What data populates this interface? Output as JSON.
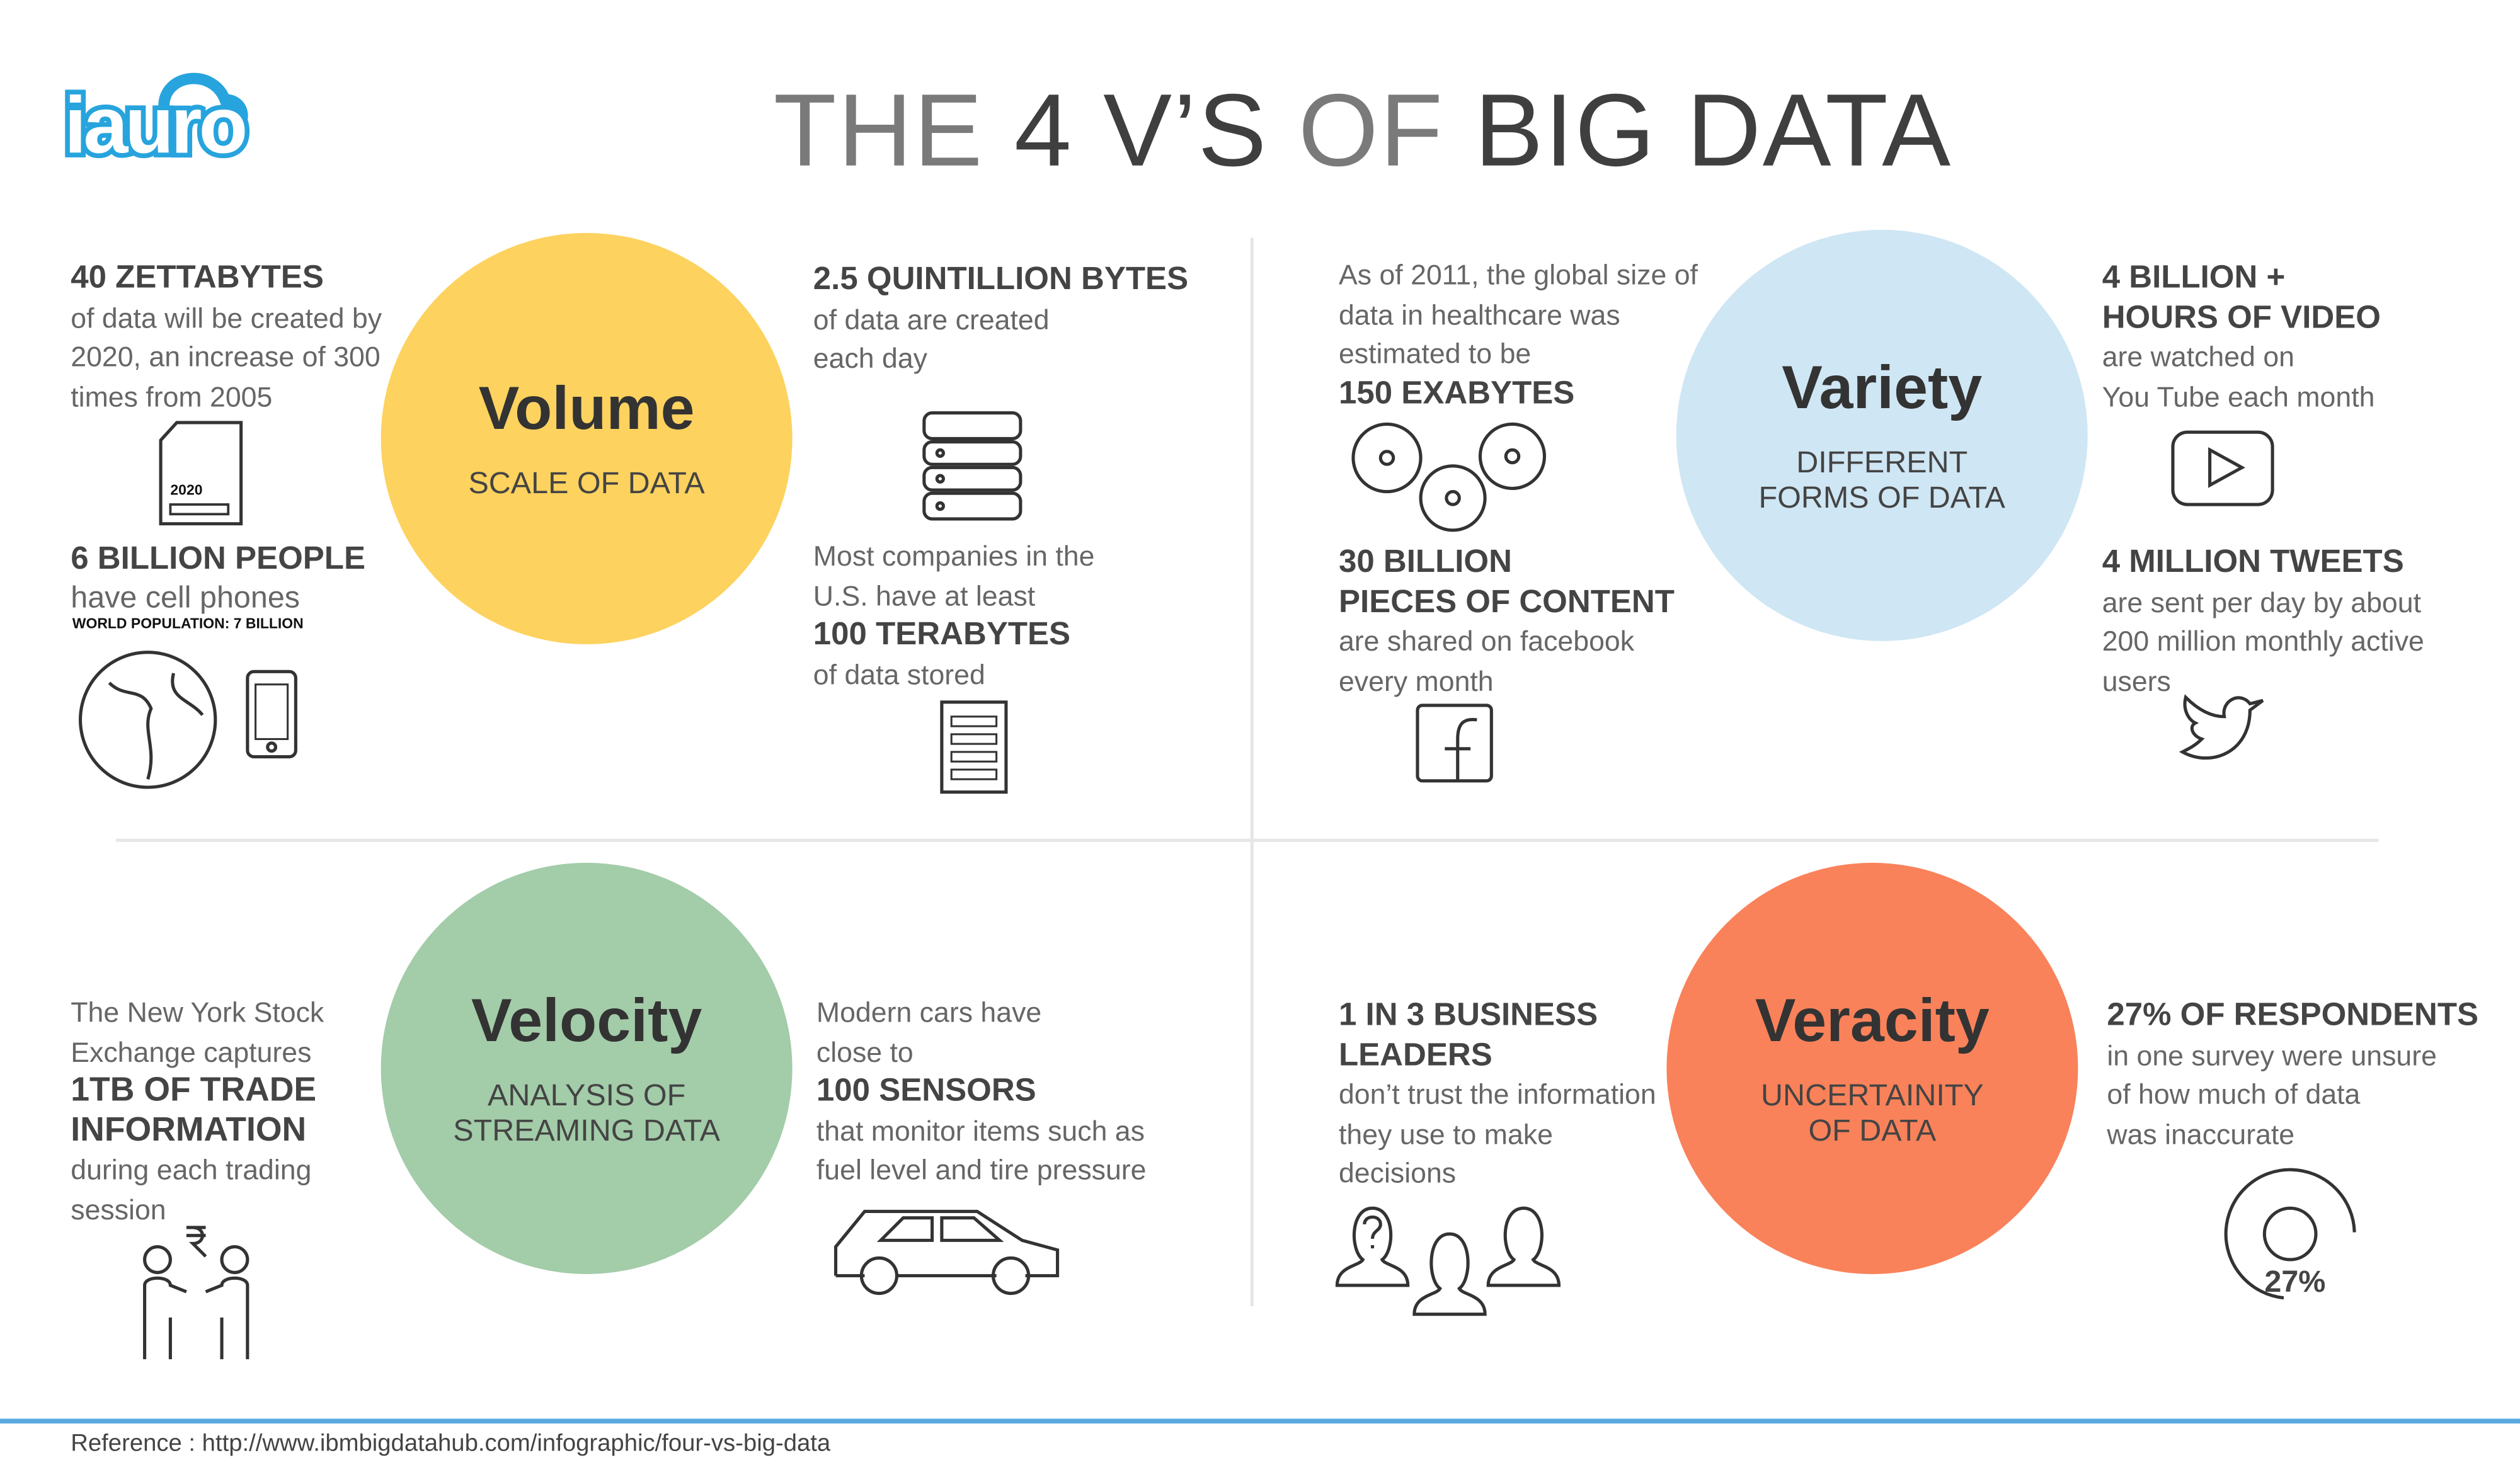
{
  "logo": {
    "text": "iauro",
    "color": "#27a4dd"
  },
  "title": {
    "part1": "THE",
    "part2": "4 V’S",
    "part3": "OF",
    "part4": "BIG DATA"
  },
  "volume": {
    "name": "Volume",
    "subtitle": "SCALE OF DATA",
    "color": "#fdd25e",
    "fact1": {
      "head": "40 ZETTABYTES",
      "lines": [
        "of data will be created by",
        "2020, an increase of 300",
        "times from 2005"
      ]
    },
    "sd_card_label": "2020",
    "fact2": {
      "head": "6 BILLION PEOPLE",
      "lines": [
        "have cell phones"
      ],
      "note": "WORLD POPULATION: 7 BILLION"
    },
    "fact3": {
      "head": "2.5 QUINTILLION BYTES",
      "lines": [
        "of data are created",
        "each day"
      ]
    },
    "fact4": {
      "pre": [
        "Most companies in the",
        "U.S. have at least"
      ],
      "head": "100 TERABYTES",
      "lines": [
        "of data stored"
      ]
    }
  },
  "variety": {
    "name": "Variety",
    "subtitle": [
      "DIFFERENT",
      "FORMS OF DATA"
    ],
    "color": "#cfe6f4",
    "fact1": {
      "pre": [
        "As of 2011, the global size of",
        "data in healthcare was",
        "estimated to be"
      ],
      "head": "150 EXABYTES"
    },
    "fact2": {
      "head": [
        "30 BILLION",
        "PIECES OF CONTENT"
      ],
      "lines": [
        "are shared on facebook",
        "every month"
      ]
    },
    "fact3": {
      "head": [
        "4 BILLION +",
        "HOURS OF VIDEO"
      ],
      "lines": [
        "are watched on",
        "You Tube each month"
      ]
    },
    "fact4": {
      "head": "4 MILLION TWEETS",
      "lines": [
        "are sent per day by about",
        "200 million monthly active",
        "users"
      ]
    }
  },
  "velocity": {
    "name": "Velocity",
    "subtitle": [
      "ANALYSIS OF",
      "STREAMING DATA"
    ],
    "color": "#a3cca9",
    "fact1": {
      "pre": [
        "The New York Stock",
        "Exchange captures"
      ],
      "head": [
        "1TB OF TRADE",
        "INFORMATION"
      ],
      "lines": [
        "during each trading",
        "session"
      ]
    },
    "fact2": {
      "pre": [
        "Modern cars have",
        "close to"
      ],
      "head": "100 SENSORS",
      "lines": [
        "that monitor items such as",
        "fuel level and tire pressure"
      ]
    }
  },
  "veracity": {
    "name": "Veracity",
    "subtitle": [
      "UNCERTAINITY",
      "OF DATA"
    ],
    "color": "#f9825a",
    "fact1": {
      "head": [
        "1 IN 3 BUSINESS",
        "LEADERS"
      ],
      "lines": [
        "don’t trust the information",
        "they use to make",
        "decisions"
      ]
    },
    "fact2": {
      "head": "27% OF RESPONDENTS",
      "lines": [
        "in one survey were unsure",
        "of how much of data",
        "was inaccurate"
      ],
      "gauge_label": "27%",
      "gauge_value": 27
    }
  },
  "reference": "Reference : http://www.ibmbigdatahub.com/infographic/four-vs-big-data"
}
